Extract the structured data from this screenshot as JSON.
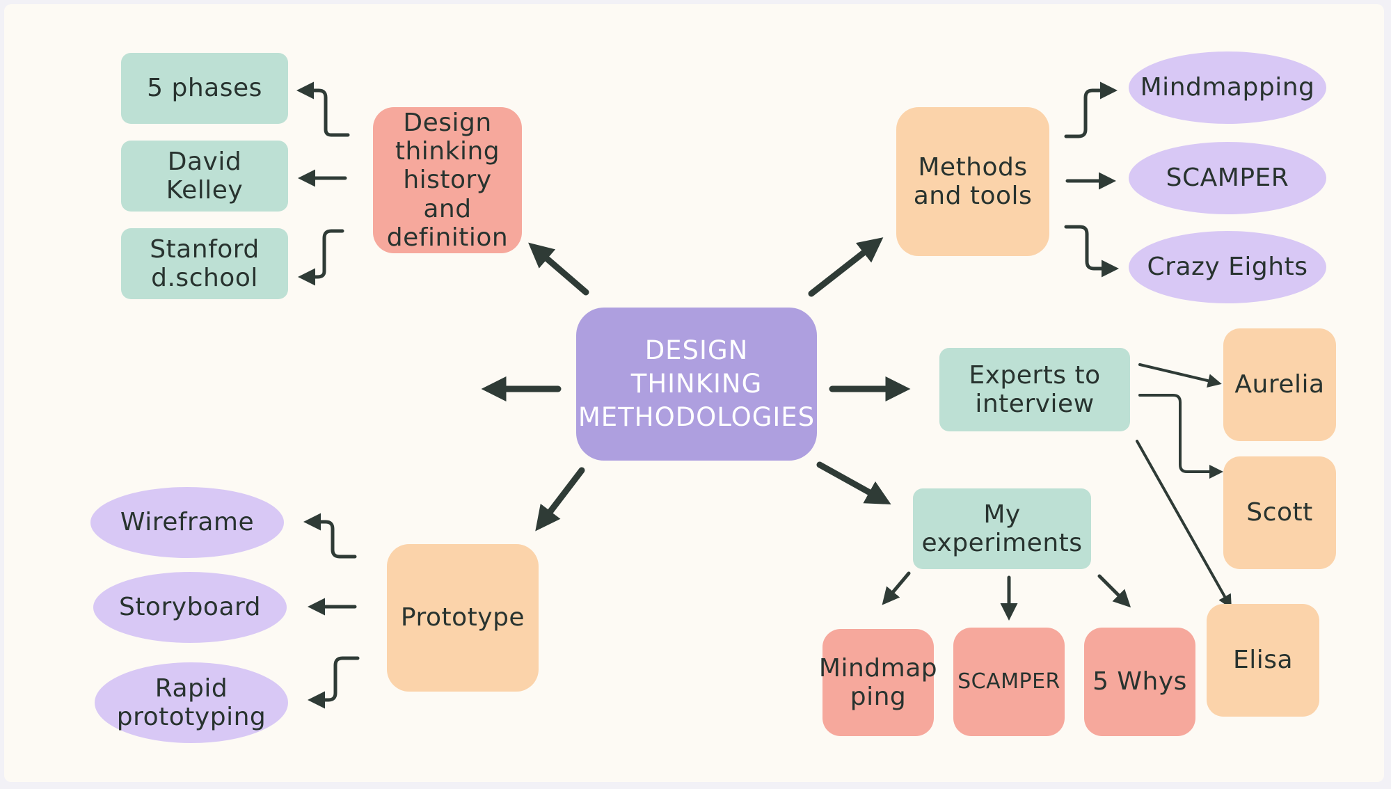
{
  "center": {
    "line1": "DESIGN THINKING",
    "line2": "METHODOLOGIES"
  },
  "history": {
    "title": {
      "line1": "Design",
      "line2": "thinking",
      "line3": "history and",
      "line4": "definition"
    },
    "items": [
      "5 phases",
      "David Kelley",
      {
        "line1": "Stanford",
        "line2": "d.school"
      }
    ]
  },
  "methods": {
    "title": {
      "line1": "Methods",
      "line2": "and tools"
    },
    "items": [
      "Mindmapping",
      "SCAMPER",
      "Crazy Eights"
    ]
  },
  "prototype": {
    "title": "Prototype",
    "items": [
      "Wireframe",
      "Storyboard",
      {
        "line1": "Rapid",
        "line2": "prototyping"
      }
    ]
  },
  "experts": {
    "title": {
      "line1": "Experts to",
      "line2": "interview"
    },
    "items": [
      "Aurelia",
      "Scott",
      "Elisa"
    ]
  },
  "experiments": {
    "title": {
      "line1": "My",
      "line2": "experiments"
    },
    "items": [
      {
        "line1": "Mindmap",
        "line2": "ping"
      },
      "SCAMPER",
      "5 Whys"
    ]
  },
  "colors": {
    "center": "#ae9fdf",
    "teal": "#bde0d4",
    "pink": "#f6a89c",
    "peach": "#fbd3aa",
    "lavender": "#d8c8f5",
    "arrow": "#2f3b36"
  }
}
